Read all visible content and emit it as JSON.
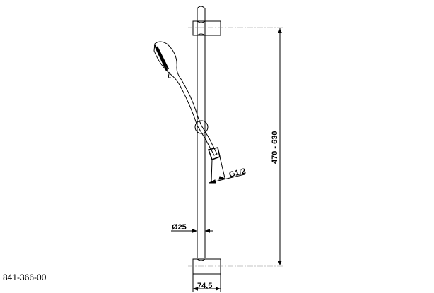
{
  "drawing": {
    "part_number": "841-366-00",
    "dimensions": {
      "height_range": "470 - 630",
      "rail_diameter": "Ø25",
      "bracket_width": "74,5",
      "thread": "G1/2"
    }
  }
}
